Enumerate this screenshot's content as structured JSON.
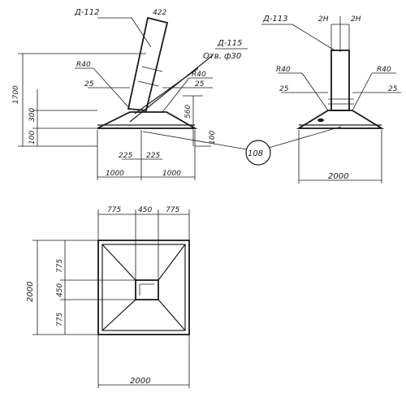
{
  "front": {
    "part_d112": "Д-112",
    "post_width": "422",
    "part_d115": "Д-115",
    "hole_note": "Отв. ф30",
    "radius_left": "R40",
    "radius_right": "R40",
    "dim_25_left": "25",
    "dim_25_right": "25",
    "dim_1700": "1700",
    "dim_300": "300",
    "dim_100_left": "100",
    "dim_560": "560",
    "dim_100_right": "100",
    "dim_225_a": "225",
    "dim_225_b": "225",
    "dim_1000_a": "1000",
    "dim_1000_b": "1000"
  },
  "side": {
    "part_d113": "Д-113",
    "dim_2h_a": "2Н",
    "dim_2h_b": "2Н",
    "radius_left": "R40",
    "radius_right": "R40",
    "dim_25_left": "25",
    "dim_25_right": "25",
    "dim_2000": "2000"
  },
  "callout": {
    "number": "108"
  },
  "plan": {
    "top_775_a": "775",
    "top_450": "450",
    "top_775_b": "775",
    "left_2000": "2000",
    "left_775_a": "775",
    "left_450": "450",
    "left_775_b": "775",
    "bottom_2000": "2000"
  }
}
